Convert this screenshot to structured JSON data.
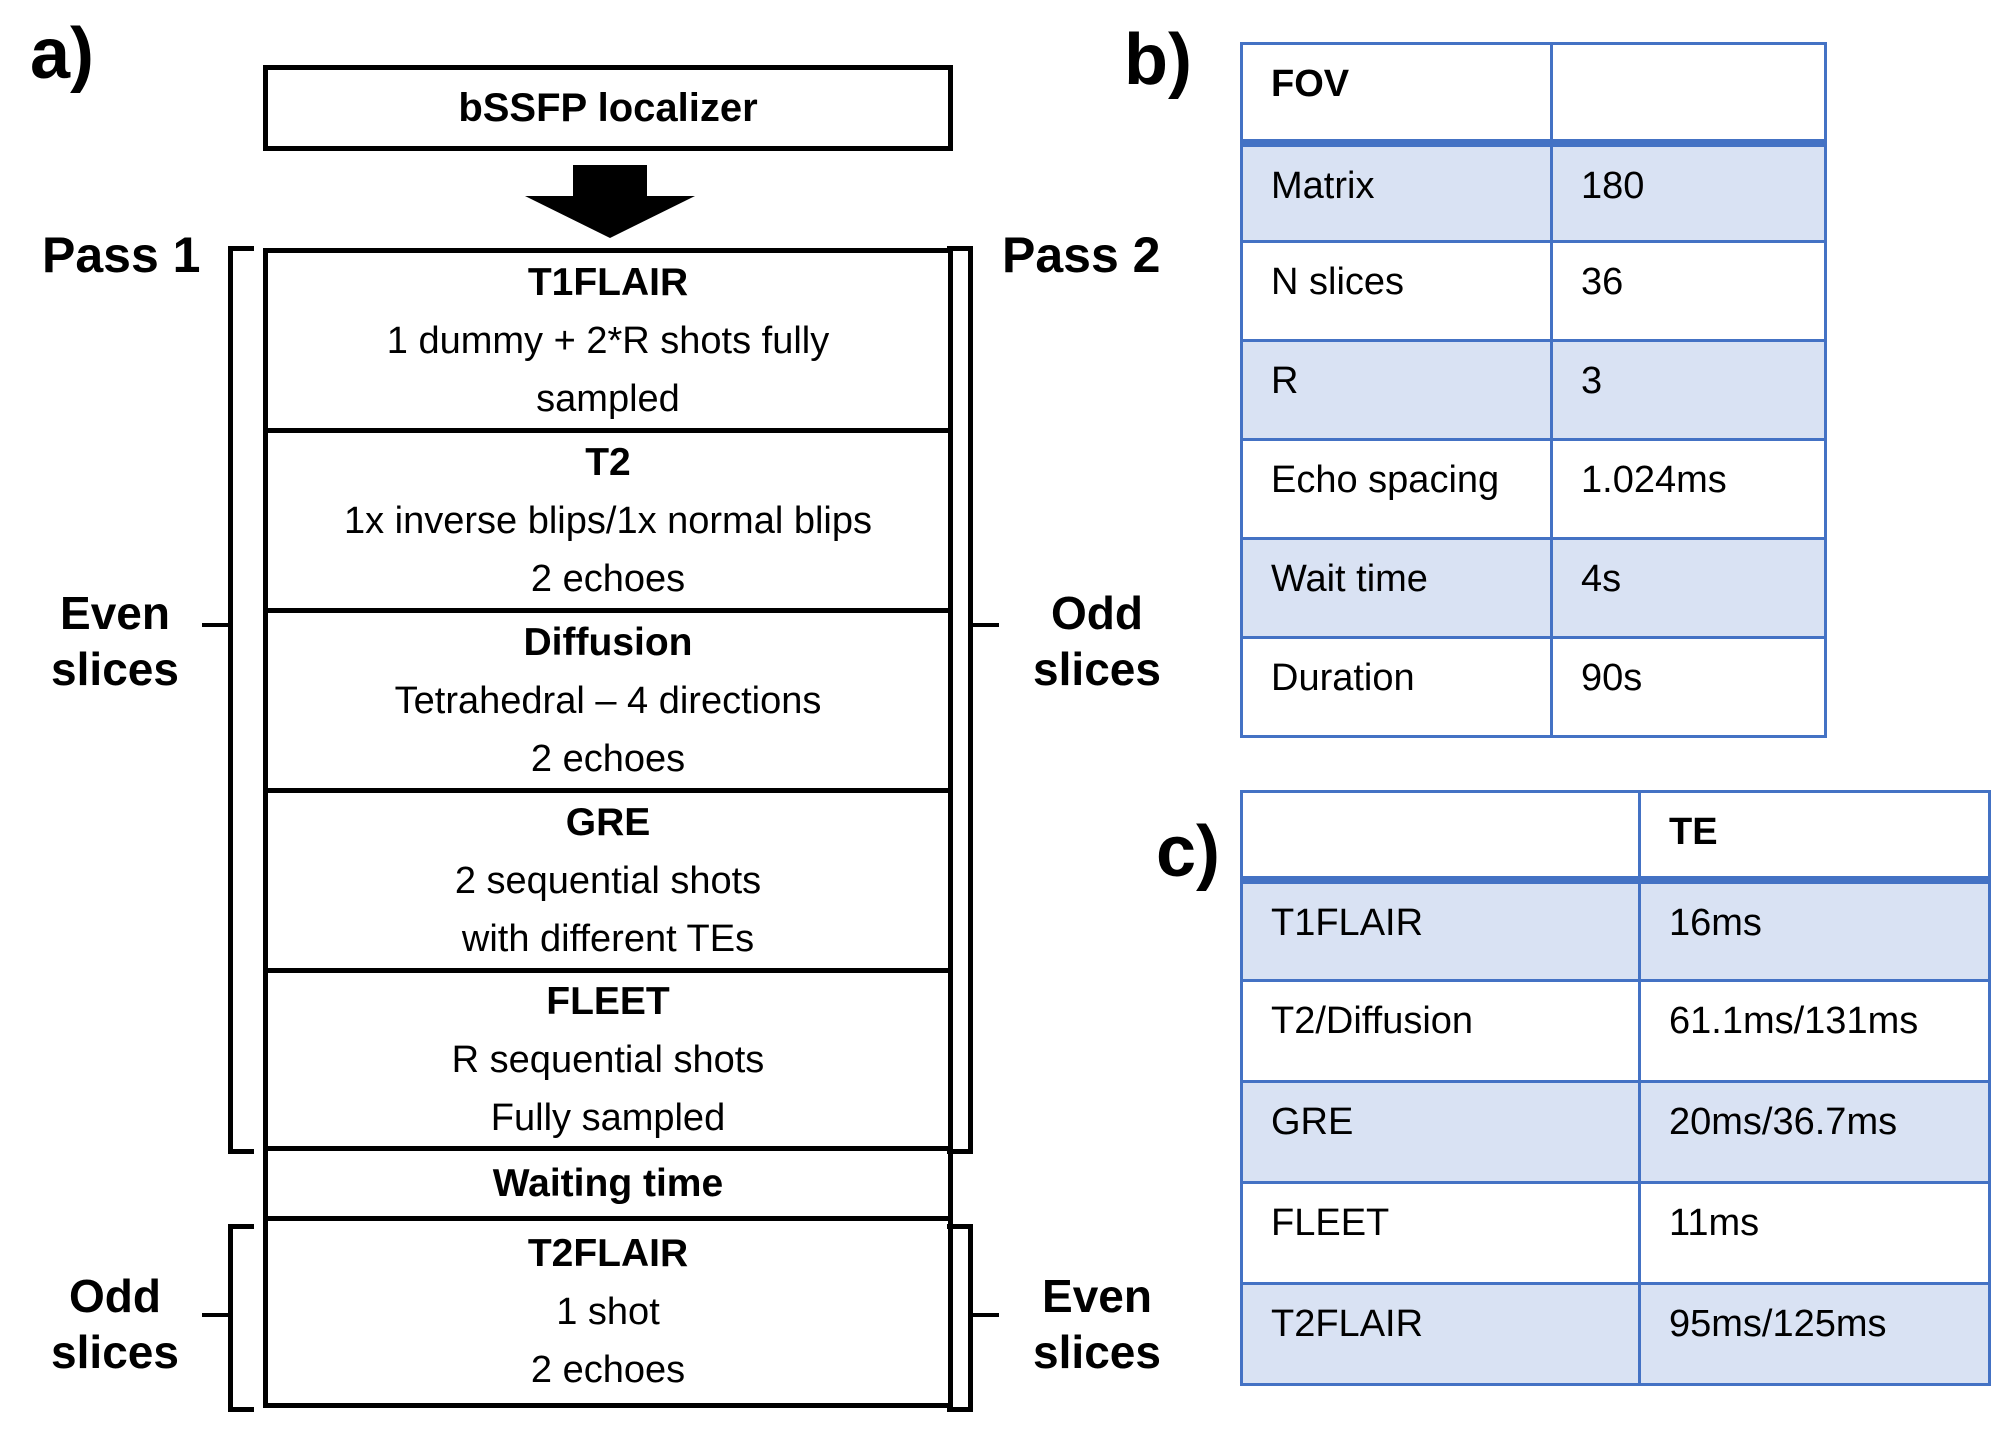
{
  "panel_a": {
    "label": "a)",
    "localizer": "bSSFP localizer",
    "pass1": "Pass 1",
    "pass2": "Pass 2",
    "upper_left_slices": "Even slices",
    "upper_right_slices": "Odd slices",
    "lower_left_slices": "Odd slices",
    "lower_right_slices": "Even slices",
    "boxes": [
      {
        "title": "T1FLAIR",
        "lines": [
          "1 dummy + 2*R shots fully",
          "sampled"
        ]
      },
      {
        "title": "T2",
        "lines": [
          "1x inverse blips/1x normal blips",
          "2 echoes"
        ]
      },
      {
        "title": "Diffusion",
        "lines": [
          "Tetrahedral – 4 directions",
          "2 echoes"
        ]
      },
      {
        "title": "GRE",
        "lines": [
          "2 sequential shots",
          "with different TEs"
        ]
      },
      {
        "title": "FLEET",
        "lines": [
          "R sequential shots",
          "Fully sampled"
        ]
      },
      {
        "title": "Waiting time",
        "lines": []
      },
      {
        "title": "T2FLAIR",
        "lines": [
          "1 shot",
          "2 echoes"
        ]
      }
    ]
  },
  "panel_b": {
    "label": "b)",
    "rows": [
      {
        "name": "FOV",
        "value": ""
      },
      {
        "name": "Matrix",
        "value": "180"
      },
      {
        "name": "N slices",
        "value": "36"
      },
      {
        "name": "R",
        "value": "3"
      },
      {
        "name": "Echo spacing",
        "value": "1.024ms"
      },
      {
        "name": "Wait time",
        "value": "4s"
      },
      {
        "name": "Duration",
        "value": "90s"
      }
    ]
  },
  "panel_c": {
    "label": "c)",
    "header": {
      "name": "",
      "value": "TE"
    },
    "rows": [
      {
        "name": "T1FLAIR",
        "value": "16ms"
      },
      {
        "name": "T2/Diffusion",
        "value": "61.1ms/131ms"
      },
      {
        "name": "GRE",
        "value": "20ms/36.7ms"
      },
      {
        "name": "FLEET",
        "value": "11ms"
      },
      {
        "name": "T2FLAIR",
        "value": "95ms/125ms"
      }
    ]
  },
  "colors": {
    "table_border": "#4472C4",
    "table_row_fill": "#D9E2F3",
    "flowchart_border": "#000000"
  }
}
